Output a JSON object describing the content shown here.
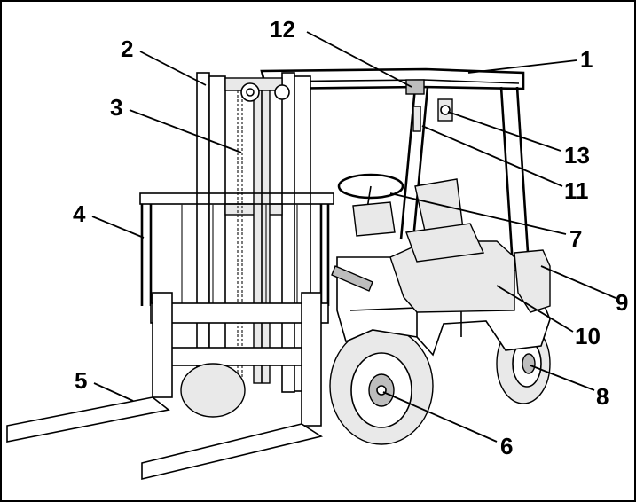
{
  "colors": {
    "ink": "#000000",
    "background": "#ffffff",
    "shade": "#e9e9e9"
  },
  "callouts": [
    {
      "number": "1"
    },
    {
      "number": "2"
    },
    {
      "number": "3"
    },
    {
      "number": "4"
    },
    {
      "number": "5"
    },
    {
      "number": "6"
    },
    {
      "number": "7"
    },
    {
      "number": "8"
    },
    {
      "number": "9"
    },
    {
      "number": "10"
    },
    {
      "number": "11"
    },
    {
      "number": "12"
    },
    {
      "number": "13"
    }
  ]
}
